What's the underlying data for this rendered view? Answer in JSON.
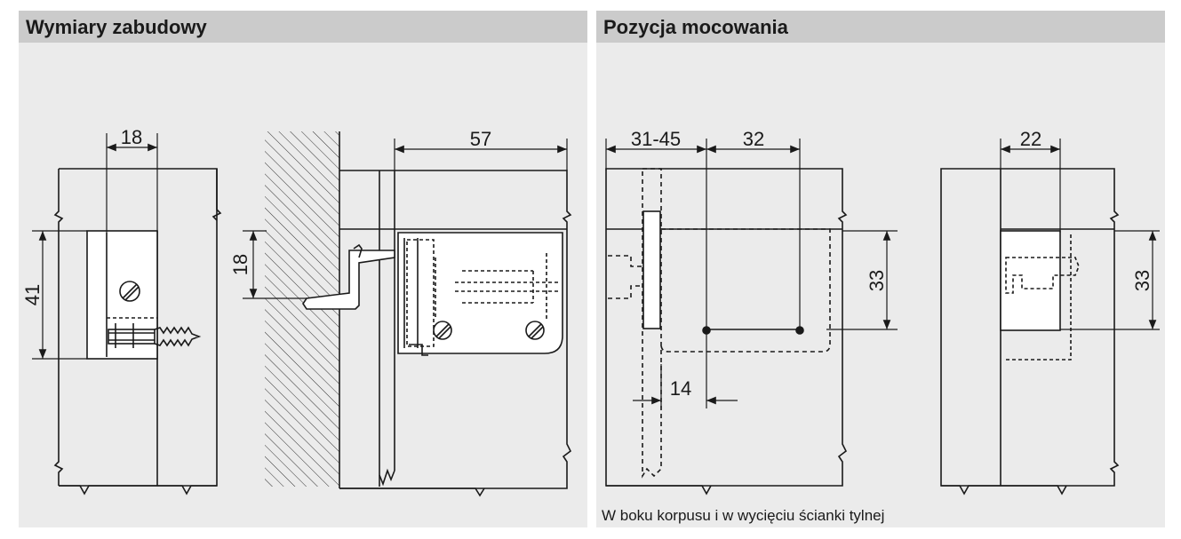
{
  "panels": {
    "left": {
      "title": "Wymiary zabudowy"
    },
    "right": {
      "title": "Pozycja mocowania"
    }
  },
  "dimensions": {
    "front_width": "18",
    "front_height": "41",
    "side_offset": "18",
    "side_depth": "57",
    "edge_range": "31-45",
    "hole_spacing": "32",
    "vertical_a": "33",
    "bottom_offset": "14",
    "cutout_width": "22",
    "vertical_b": "33"
  },
  "caption": "W boku korpusu i w wycięciu ścianki tylnej",
  "colors": {
    "panel_bg": "#ebebeb",
    "header_bg": "#cbcbcb",
    "line": "#1a1a1a",
    "part": "#ffffff"
  }
}
